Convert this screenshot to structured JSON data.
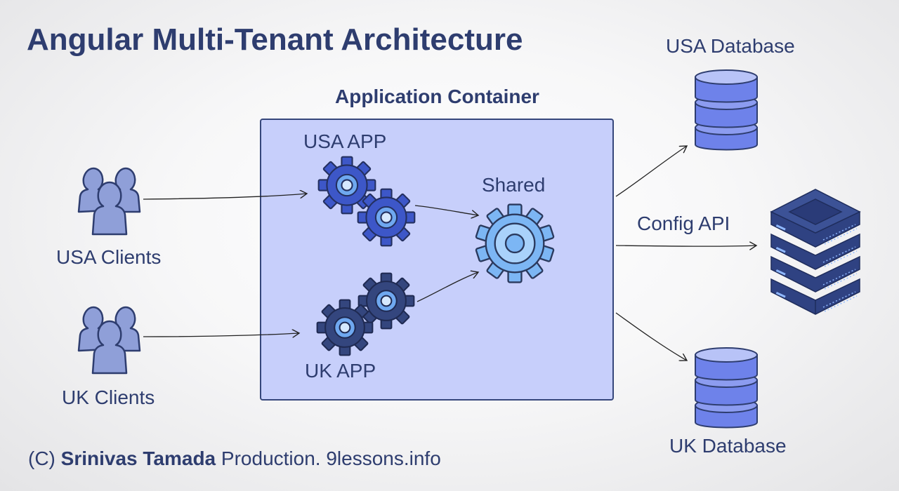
{
  "title": "Angular Multi-Tenant Architecture",
  "container": {
    "title": "Application Container",
    "usa_app": "USA APP",
    "uk_app": "UK APP",
    "shared": "Shared"
  },
  "clients": {
    "usa": "USA Clients",
    "uk": "UK Clients"
  },
  "config_api": "Config API",
  "databases": {
    "usa": "USA Database",
    "uk": "UK Database"
  },
  "footer": {
    "prefix": "(C) ",
    "author": "Srinivas Tamada",
    "suffix": " Production. 9lessons.info"
  },
  "colors": {
    "title": "#2e3d6f",
    "container_bg": "#c7cffb",
    "container_border": "#36477b",
    "usa_gear": "#3d57c8",
    "uk_gear": "#34467e",
    "gear_ring": "#6fa8f0",
    "shared_gear": "#7cb6f4",
    "client_icon": "#8f9fd8",
    "database": "#6e82ea",
    "server": "#2f4282"
  },
  "icons": [
    "users-icon",
    "gear-icon",
    "database-icon",
    "server-icon"
  ]
}
